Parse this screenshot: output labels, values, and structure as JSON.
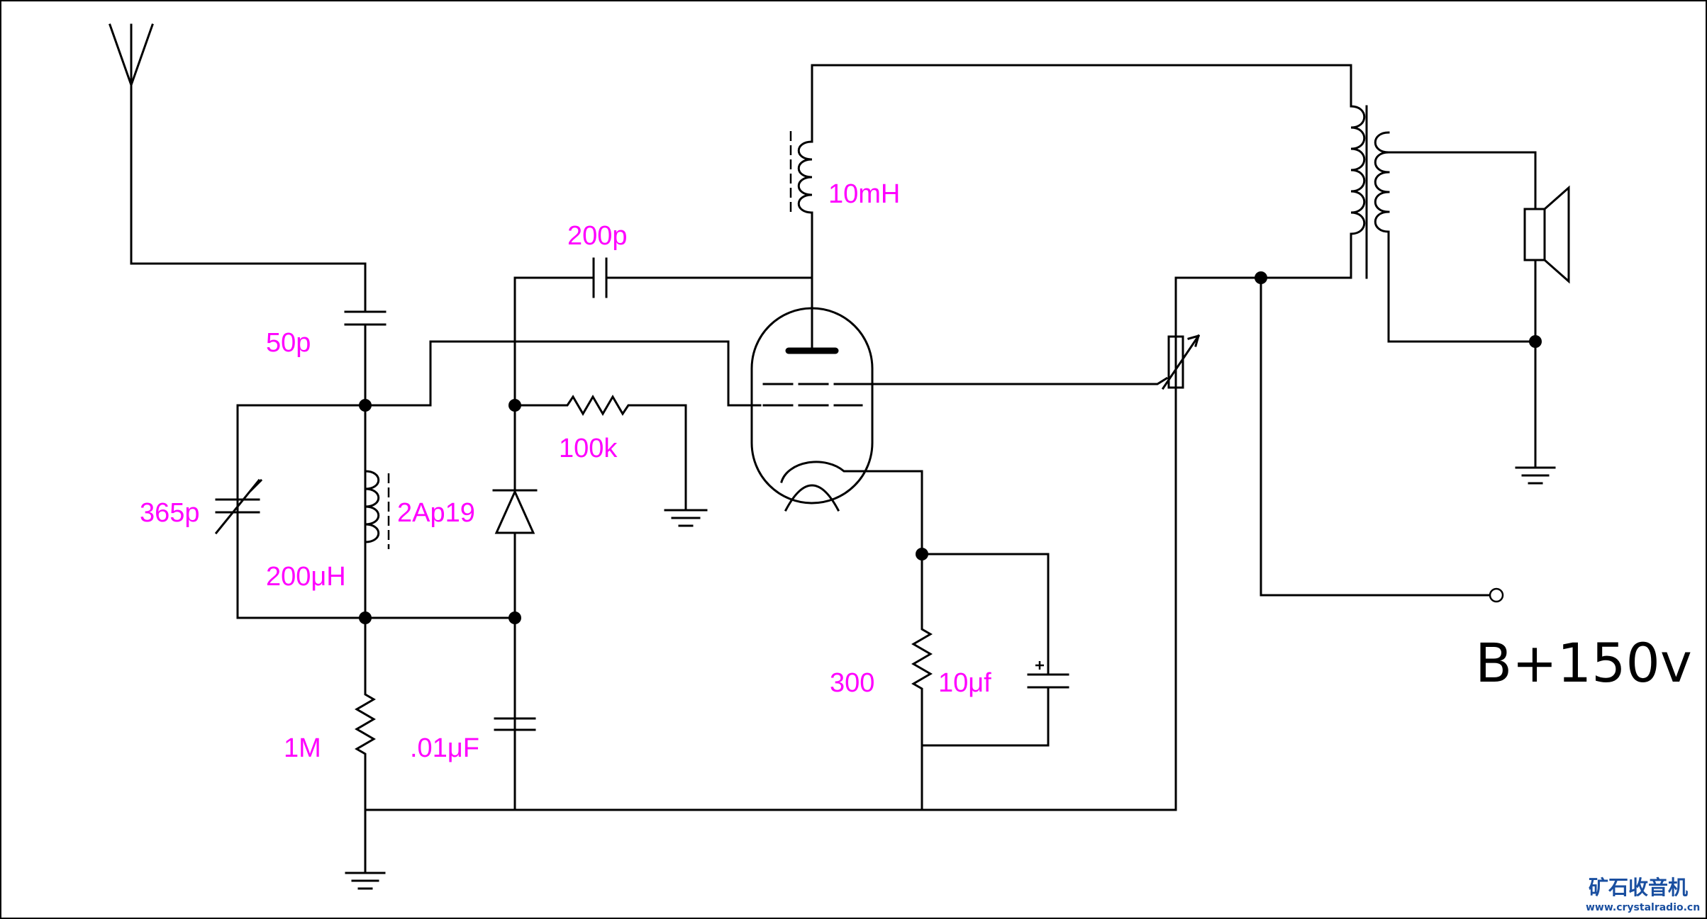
{
  "labels": {
    "c_antenna": "50p",
    "c_tuning": "365p",
    "coil": "2Ap19",
    "inductance": "200μH",
    "c_coupling": "200p",
    "r_grid": "100k",
    "r_leak": "1M",
    "c_bypass": ".01μF",
    "choke": "10mH",
    "r_cathode": "300",
    "c_cathode": "10μf",
    "supply": "B+150v"
  },
  "watermark": {
    "title": "矿石收音机",
    "url": "www.crystalradio.cn"
  }
}
